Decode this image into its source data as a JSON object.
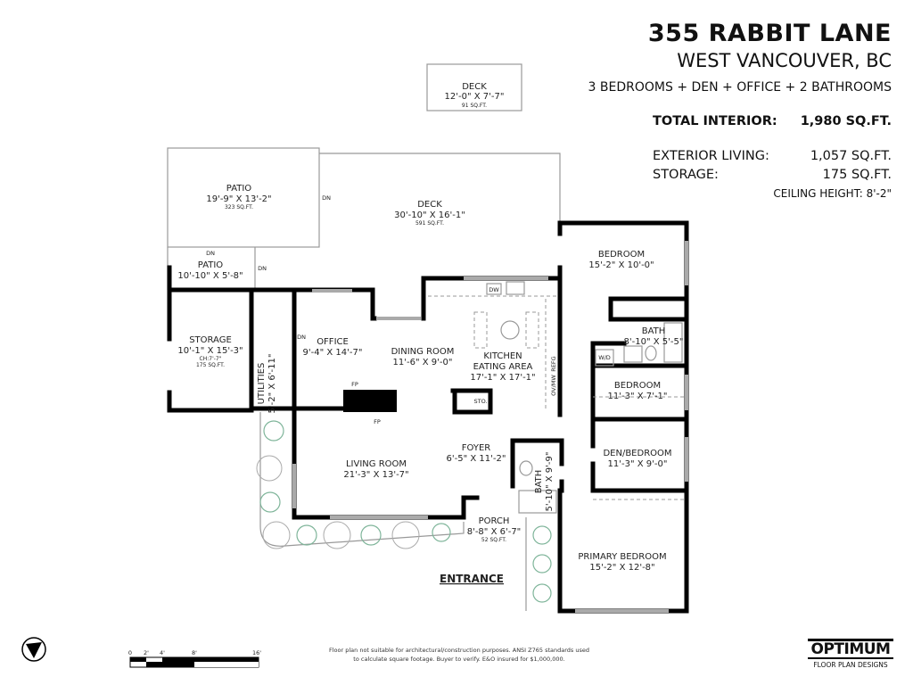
{
  "header": {
    "address": "355 RABBIT LANE",
    "city": "WEST VANCOUVER, BC",
    "summary": "3 BEDROOMS + DEN + OFFICE + 2 BATHROOMS"
  },
  "stats": {
    "total_interior": {
      "label": "TOTAL INTERIOR:",
      "value": "1,980 SQ.FT."
    },
    "exterior_living": {
      "label": "EXTERIOR LIVING:",
      "value": "1,057 SQ.FT."
    },
    "storage": {
      "label": "STORAGE:",
      "value": "175 SQ.FT."
    },
    "ceiling_height": "CEILING HEIGHT: 8'-2\""
  },
  "rooms": {
    "deck_upper": {
      "name": "DECK",
      "dims": "12'-0\" X 7'-7\"",
      "area": "91 SQ.FT."
    },
    "patio_upper": {
      "name": "PATIO",
      "dims": "19'-9\" X 13'-2\"",
      "area": "323 SQ.FT."
    },
    "deck_main": {
      "name": "DECK",
      "dims": "30'-10\" X 16'-1\"",
      "area": "591 SQ.FT."
    },
    "patio_lower": {
      "name": "PATIO",
      "dims": "10'-10\" X 5'-8\""
    },
    "storage": {
      "name": "STORAGE",
      "dims": "10'-1\" X 15'-3\"",
      "ceiling": "CH:7'-7\"",
      "area": "175 SQ.FT."
    },
    "utilities": {
      "name": "UTILITIES",
      "dims": "5'-2\" X 6'-11\""
    },
    "office": {
      "name": "OFFICE",
      "dims": "9'-4\" X 14'-7\""
    },
    "dining_room": {
      "name": "DINING ROOM",
      "dims": "11'-6\" X 9'-0\""
    },
    "kitchen": {
      "name": "KITCHEN",
      "name2": "EATING AREA",
      "dims": "17'-1\" X 17'-1\""
    },
    "bedroom_1": {
      "name": "BEDROOM",
      "dims": "15'-2\" X 10'-0\""
    },
    "bath_upper": {
      "name": "BATH",
      "dims": "8'-10\" X 5'-5\""
    },
    "bedroom_2": {
      "name": "BEDROOM",
      "dims": "11'-3\" X 7'-1\""
    },
    "den_bedroom": {
      "name": "DEN/BEDROOM",
      "dims": "11'-3\" X 9'-0\""
    },
    "primary_bedroom": {
      "name": "PRIMARY BEDROOM",
      "dims": "15'-2\" X 12'-8\""
    },
    "living_room": {
      "name": "LIVING ROOM",
      "dims": "21'-3\" X 13'-7\""
    },
    "foyer": {
      "name": "FOYER",
      "dims": "6'-5\" X 11'-2\""
    },
    "bath_lower": {
      "name": "BATH",
      "dims": "5'-10\" X 9'-9\""
    },
    "porch": {
      "name": "PORCH",
      "dims": "8'-8\" X 6'-7\"",
      "area": "52 SQ.FT."
    }
  },
  "fixtures": {
    "dn": "DN",
    "fp": "FP",
    "dw": "DW",
    "refg": "REFG",
    "ov_mw": "OV/MW",
    "wd": "W/D",
    "sto": "STO."
  },
  "entrance": "ENTRANCE",
  "scale": {
    "ticks": [
      "0",
      "2'",
      "4'",
      "8'",
      "16'"
    ]
  },
  "disclaimer": "Floor plan not suitable for architectural/construction purposes. ANSI Z765 standards used to calculate square footage. Buyer to verify. E&O insured for $1,000,000.",
  "logo": {
    "name": "OPTIMUM",
    "tagline": "FLOOR PLAN DESIGNS"
  },
  "icons": {
    "compass": "north-arrow-icon"
  }
}
